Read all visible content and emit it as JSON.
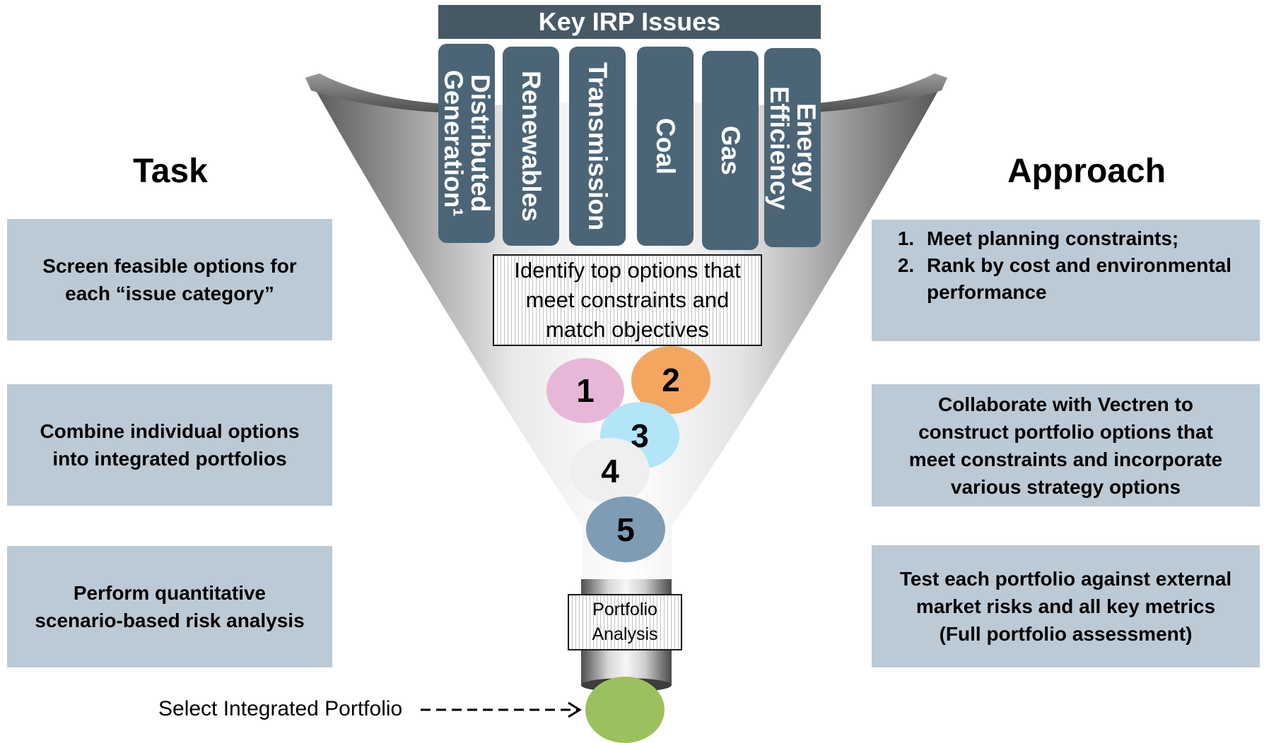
{
  "header": {
    "title": "Key IRP Issues"
  },
  "issues": [
    {
      "label": "Distributed\nGeneration¹"
    },
    {
      "label": "Renewables"
    },
    {
      "label": "Transmission"
    },
    {
      "label": "Coal"
    },
    {
      "label": "Gas"
    },
    {
      "label": "Energy\nEfficiency"
    }
  ],
  "task": {
    "title": "Task",
    "items": [
      {
        "line1": "Screen feasible options for",
        "line2": "each “issue category”"
      },
      {
        "line1": "Combine individual options",
        "line2": "into integrated portfolios"
      },
      {
        "line1": "Perform quantitative",
        "line2": "scenario-based risk analysis"
      }
    ]
  },
  "approach": {
    "title": "Approach",
    "list": [
      "Meet planning constraints;",
      "Rank by cost and environmental performance"
    ],
    "items": [
      {
        "line1": "Collaborate with Vectren to",
        "line2": "construct portfolio options that",
        "line3": "meet constraints and incorporate",
        "line4": "various strategy options"
      },
      {
        "line1": "Test each portfolio against external",
        "line2": "market risks and all key metrics",
        "line3": "(Full portfolio assessment)"
      }
    ]
  },
  "funnel": {
    "identify": {
      "line1": "Identify top options that",
      "line2": "meet constraints and",
      "line3": "match objectives"
    },
    "steps": [
      {
        "label": "1",
        "color": "#e8b7d7"
      },
      {
        "label": "2",
        "color": "#f3a65f"
      },
      {
        "label": "3",
        "color": "#b2e5f8"
      },
      {
        "label": "4",
        "color": "#efefef"
      },
      {
        "label": "5",
        "color": "#7e9db4"
      }
    ],
    "portfolio": {
      "line1": "Portfolio",
      "line2": "Analysis"
    },
    "result_color": "#9dc05e"
  },
  "select_label": "Select Integrated Portfolio"
}
